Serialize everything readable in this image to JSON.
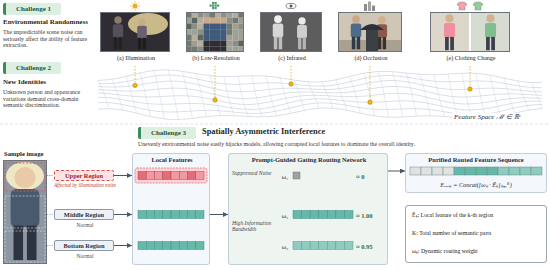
{
  "diagram": {
    "nodes": [
      {
        "text": [
          "Challenge 1"
        ]
      },
      {
        "text": [
          "(a) Illumination"
        ]
      },
      {
        "text": [
          "(b) Low-Resolution"
        ]
      },
      {
        "text": [
          "(c) Infrared"
        ]
      },
      {
        "text": [
          "(d) Occlusion"
        ]
      },
      {
        "text": [
          "(e) Clothing Change"
        ]
      },
      {
        "text": [
          "Challenge 2"
        ]
      },
      {
        "text": [
          "Challenge 3"
        ]
      },
      {
        "text": [
          "Sample image"
        ]
      },
      {
        "text": [
          "Upper Region",
          "Affected by illumination noise"
        ]
      },
      {
        "text": [
          "Middle Region",
          "Normal"
        ]
      },
      {
        "text": [
          "Bottom Region",
          "Normal"
        ]
      },
      {
        "text": [
          "Local Features"
        ]
      },
      {
        "text": [
          "Prompt-Guided Gating Routing Network",
          "Suppressed Noise",
          "ω₁",
          "≈ 0",
          "High Information Bandwidth",
          "ω₂",
          "≈ 1.00",
          "ω₃",
          "≈ 0.95"
        ]
      },
      {
        "text": [
          "Purified Routed Feature Sequence",
          "Eᵣₒᵤₜₑ = Concat({ωₖ · Ēₖ}ₖ₌₁ᴷ)"
        ]
      },
      {
        "text": [
          "Ēₖ: Local feature of the k-th region",
          "K: Total number of semantic parts",
          "ωₖ: Dynamic routing weight"
        ]
      }
    ],
    "edges": [
      {
        "from": 9,
        "to": 12,
        "arrow": "to"
      },
      {
        "from": 10,
        "to": 12,
        "arrow": "to"
      },
      {
        "from": 11,
        "to": 12,
        "arrow": "to"
      },
      {
        "from": 12,
        "to": 13,
        "arrow": "to"
      },
      {
        "from": 13,
        "to": 14,
        "arrow": "to"
      }
    ],
    "labels": [
      "Environmental Randomness",
      "The unpredictable scene noise can seriously affect the ability of feature extraction.",
      "New Identities",
      "Unknown person and appearance variations demand cross-domain semantic discrimination.",
      "Feature Space ℳ ∈ ℝᶜ",
      "Spatially Asymmetric Interference",
      "Unevenly environmental noise easily hijacks models, allowing corrupted local features to dominate the overall identity."
    ]
  }
}
